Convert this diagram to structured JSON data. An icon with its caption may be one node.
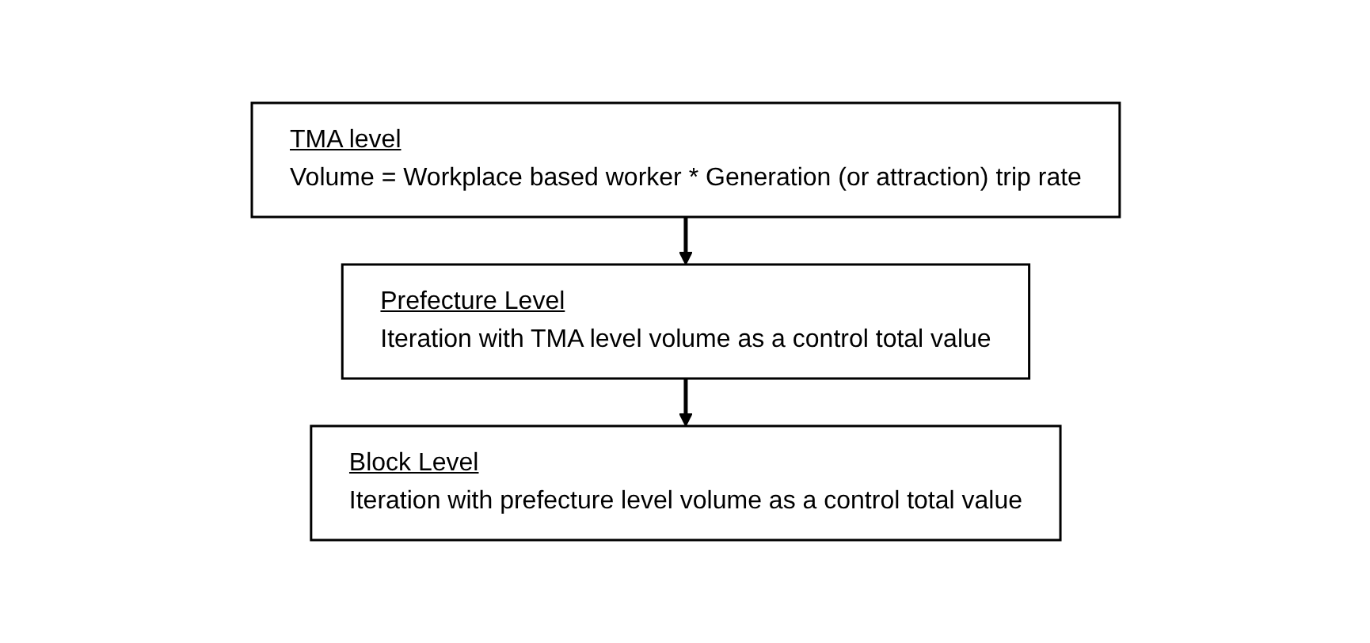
{
  "diagram": {
    "nodes": [
      {
        "text": [
          "TMA level",
          "Volume = Workplace based worker * Generation (or attraction) trip rate"
        ]
      },
      {
        "text": [
          "Prefecture Level",
          "Iteration with TMA level volume as a control total value"
        ]
      },
      {
        "text": [
          "Block Level",
          "Iteration with prefecture level volume as a control total value"
        ]
      }
    ],
    "edges": [
      {
        "from": 0,
        "to": 1,
        "arrow": "to"
      },
      {
        "from": 1,
        "to": 2,
        "arrow": "to"
      }
    ]
  }
}
